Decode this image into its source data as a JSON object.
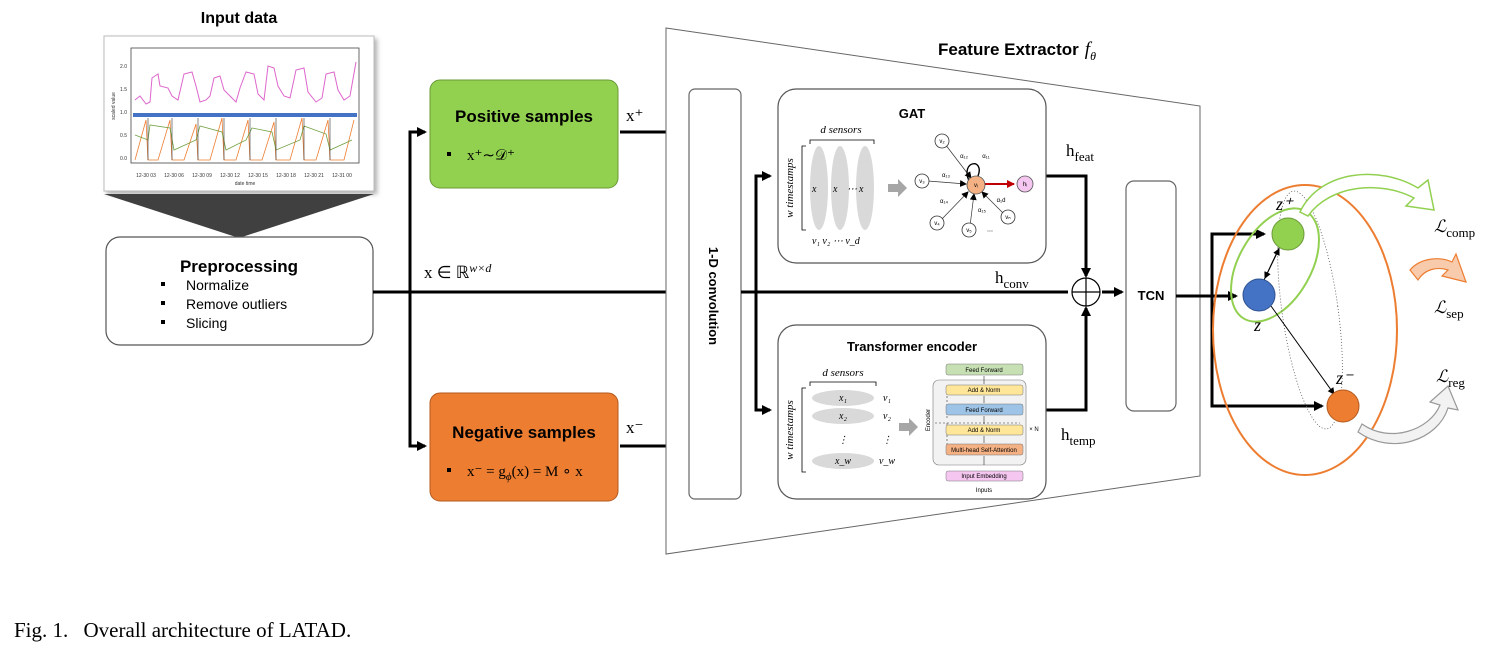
{
  "input": {
    "title": "Input data",
    "y_ticks": [
      "2.0",
      "1.5",
      "1.0",
      "0.5",
      "0.0"
    ],
    "x_ticks": [
      "12-30 03",
      "12-30 06",
      "12-30 09",
      "12-30 12",
      "12-30 15",
      "12-30 18",
      "12-30 21",
      "12-31 00"
    ],
    "ylabel": "scaled value",
    "xlabel": "date time"
  },
  "preprocessing": {
    "title": "Preprocessing",
    "items": [
      "Normalize",
      "Remove outliers",
      "Slicing"
    ]
  },
  "input_label": "x ∈ ℝ",
  "input_label_sup": "w×d",
  "positive": {
    "title": "Positive samples",
    "formula": "x⁺∼𝒟⁺",
    "edge": "x⁺",
    "color": "#92d050"
  },
  "negative": {
    "title": "Negative samples",
    "formula": "x⁻ = g",
    "formula_sub": "ϕ",
    "formula_rest": "(x) = M ∘ x",
    "edge": "x⁻",
    "color": "#ed7d31"
  },
  "conv_label": "1-D convolution",
  "extractor_title": "Feature Extractor",
  "extractor_symbol": "f",
  "extractor_sub": "θ",
  "gat": {
    "title": "GAT",
    "sensors": "d sensors",
    "timestamps": "w timestamps",
    "col_labels": [
      "x",
      "x",
      "⋯",
      "x"
    ],
    "v_labels": "v₁  v₂  ⋯  v_d",
    "nodes": [
      "v₂",
      "v₃",
      "vᵢ",
      "hᵢ",
      "v₄",
      "v₅",
      "vₙ"
    ],
    "alphas": [
      "α₁₂",
      "α₁₁",
      "α₁₃",
      "α₁₄",
      "α₁₅",
      "α₁d",
      "⋯"
    ]
  },
  "transformer": {
    "title": "Transformer encoder",
    "sensors": "d sensors",
    "timestamps": "w timestamps",
    "rows": [
      "x₁",
      "x₂",
      "⋮",
      "x_w"
    ],
    "v_labels": [
      "v₁",
      "v₂",
      "⋮",
      "v_w"
    ],
    "layers": [
      "Feed Forward",
      "Add & Norm",
      "Feed Forward",
      "Add & Norm",
      "Multi-head Self-Attention",
      "Input Embedding"
    ],
    "side_label": "Encoder",
    "times": "× N",
    "inputs": "Inputs"
  },
  "h_feat": "h",
  "h_feat_sub": "feat",
  "h_conv": "h",
  "h_conv_sub": "conv",
  "h_temp": "h",
  "h_temp_sub": "temp",
  "tcn": "TCN",
  "latent": {
    "z_plus": "z⁺",
    "z": "z",
    "z_minus": "z⁻"
  },
  "losses": {
    "comp": "ℒ",
    "comp_sub": "comp",
    "sep": "ℒ",
    "sep_sub": "sep",
    "reg": "ℒ",
    "reg_sub": "reg"
  },
  "caption": {
    "label": "Fig. 1.",
    "text": "Overall architecture of LATAD."
  },
  "colors": {
    "green": "#92d050",
    "orange": "#ed7d31",
    "blue": "#4472c4",
    "pink": "#dd66cc",
    "red": "#c00000"
  }
}
